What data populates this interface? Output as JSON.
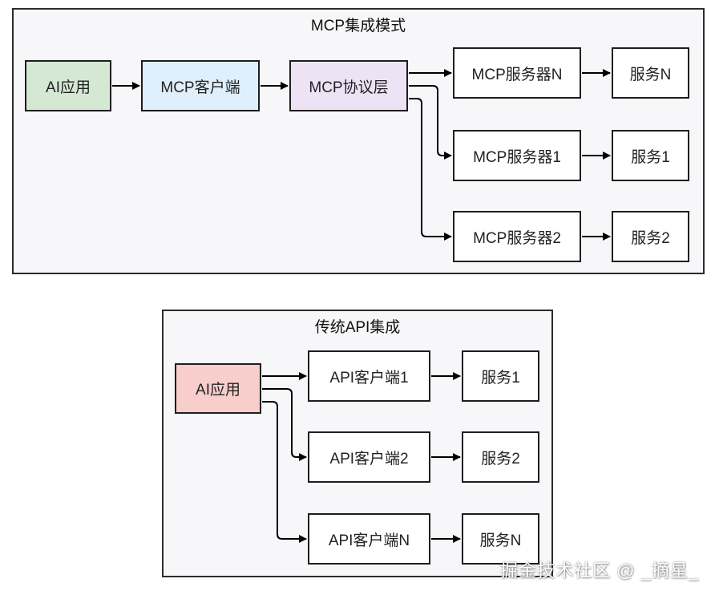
{
  "colors": {
    "ai_app_top": "#d5e8d4",
    "mcp_client": "#dfeffb",
    "mcp_protocol": "#eee3f5",
    "ai_app_bottom": "#f8cecc",
    "plain": "#ffffff",
    "border": "#1e1e1e"
  },
  "mcp_group": {
    "title": "MCP集成模式",
    "nodes": {
      "ai_app": "AI应用",
      "client": "MCP客户端",
      "protocol": "MCP协议层",
      "server_n": "MCP服务器N",
      "server_1": "MCP服务器1",
      "server_2": "MCP服务器2",
      "service_n": "服务N",
      "service_1": "服务1",
      "service_2": "服务2"
    }
  },
  "api_group": {
    "title": "传统API集成",
    "nodes": {
      "ai_app": "AI应用",
      "client_1": "API客户端1",
      "client_2": "API客户端2",
      "client_n": "API客户端N",
      "service_1": "服务1",
      "service_2": "服务2",
      "service_n": "服务N"
    }
  },
  "watermark": "掘金技术社区 @ _摘星_"
}
